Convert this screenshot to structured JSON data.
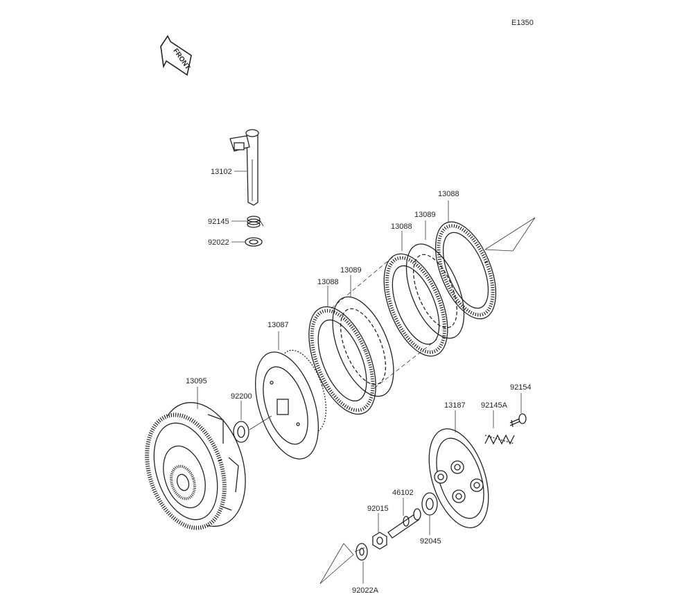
{
  "diagram_code": "E1350",
  "front_label": "FRONT",
  "parts": {
    "p13102": "13102",
    "p92145": "92145",
    "p92022": "92022",
    "p13088_a": "13088",
    "p13089_a": "13089",
    "p13088_b": "13088",
    "p13089_b": "13089",
    "p13088_c": "13088",
    "p13087": "13087",
    "p13095": "13095",
    "p92200": "92200",
    "p92154": "92154",
    "p13187": "13187",
    "p92145A": "92145A",
    "p46102": "46102",
    "p92015": "92015",
    "p92045": "92045",
    "p92022A": "92022A"
  }
}
